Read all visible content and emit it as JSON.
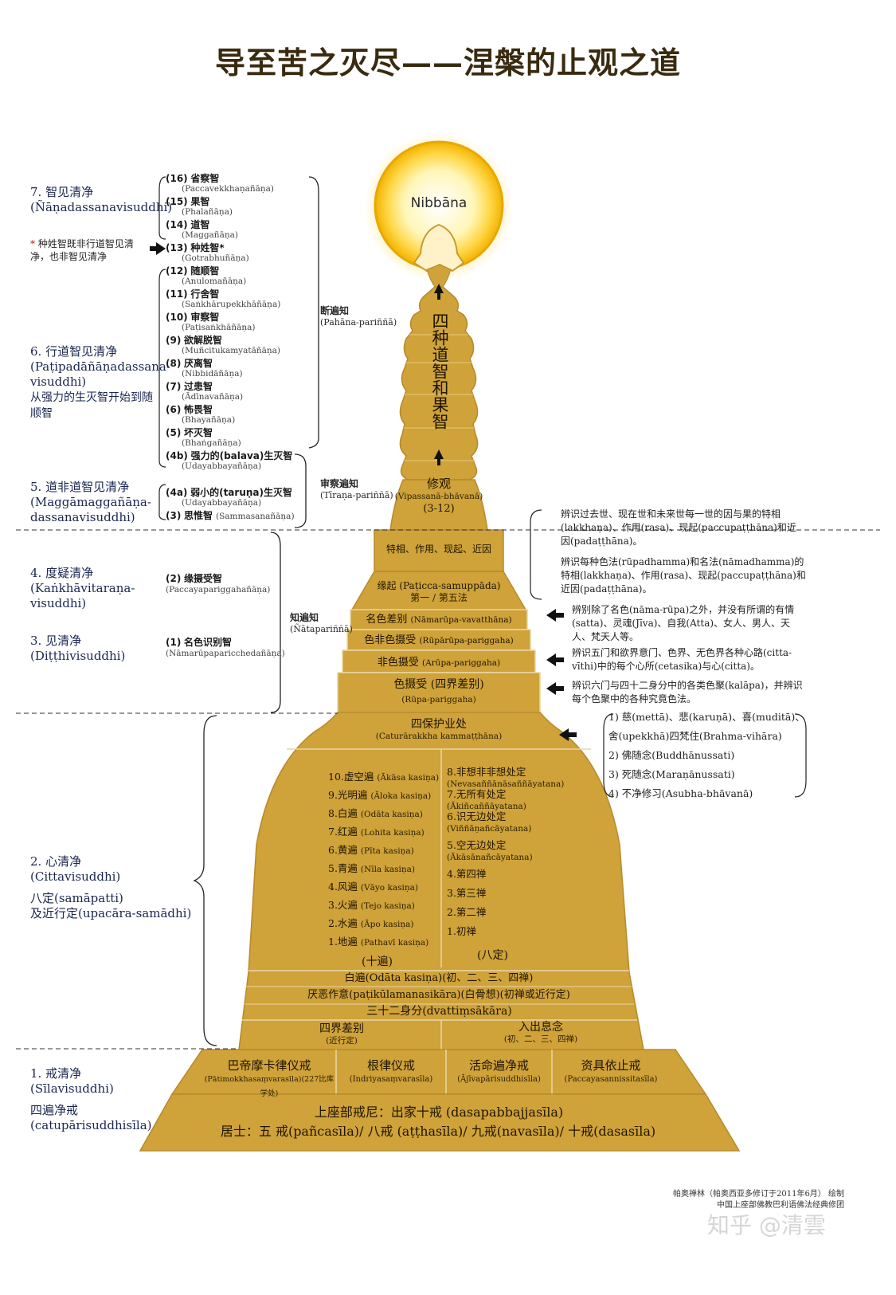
{
  "title": "导至苦之灭尽——涅槃的止观之道",
  "nibbana": "Nibbāna",
  "path_vertical": "四种道智和果智",
  "stages": [
    {
      "num": "7.",
      "zh": "智见清净",
      "pali": "(Ñāṇadassanavisuddhi)"
    },
    {
      "num": "6.",
      "zh": "行道智见清净",
      "pali": "(Paṭipadāñāṇadassana-visuddhi)",
      "note": "从强力的生灭智开始到随顺智"
    },
    {
      "num": "5.",
      "zh": "道非道智见清净",
      "pali": "(Maggāmaggañāṇa-dassanavisuddhi)"
    },
    {
      "num": "4.",
      "zh": "度疑清净",
      "pali": "(Kaṅkhāvitaraṇa-visuddhi)"
    },
    {
      "num": "3.",
      "zh": "见清净",
      "pali": "(Diṭṭhivisuddhi)"
    },
    {
      "num": "2.",
      "zh": "心清净",
      "pali": "(Cittavisuddhi)",
      "note1": "八定(samāpatti)",
      "note2": "及近行定(upacāra-samādhi)"
    },
    {
      "num": "1.",
      "zh": "戒清净",
      "pali": "(Sīlavisuddhi)",
      "note1": "四遍净戒",
      "note2": "(catupārisuddhisīla)"
    }
  ],
  "gotrabhu_note": {
    "star": "*",
    "text": "种姓智既非行道智见清净，也非智见清净"
  },
  "knowledges": [
    {
      "n": "(16)",
      "zh": "省察智",
      "p": "(Paccavekkhaṇañāṇa)"
    },
    {
      "n": "(15)",
      "zh": "果智",
      "p": "(Phalañāṇa)"
    },
    {
      "n": "(14)",
      "zh": "道智",
      "p": "(Maggañāṇa)"
    },
    {
      "n": "(13)",
      "zh": "种姓智",
      "star": "*",
      "p": "(Gotrabhuñāṇa)"
    },
    {
      "n": "(12)",
      "zh": "随顺智",
      "p": "(Anulomañāṇa)"
    },
    {
      "n": "(11)",
      "zh": "行舍智",
      "p": "(Saṅkhārupekkhāñāṇa)"
    },
    {
      "n": "(10)",
      "zh": "审察智",
      "p": "(Paṭisaṅkhāñāṇa)"
    },
    {
      "n": "(9)",
      "zh": "欲解脱智",
      "p": "(Muñcitukamyatāñāṇa)"
    },
    {
      "n": "(8)",
      "zh": "厌离智",
      "p": "(Nibbidāñāṇa)"
    },
    {
      "n": "(7)",
      "zh": "过患智",
      "p": "(Ādīnavañāṇa)"
    },
    {
      "n": "(6)",
      "zh": "怖畏智",
      "p": "(Bhayañāṇa)"
    },
    {
      "n": "(5)",
      "zh": "坏灭智",
      "p": "(Bhaṅgañāṇa)"
    },
    {
      "n": "(4b)",
      "zh": "强力的(balava)生灭智",
      "p": "(Udayabbayañāṇa)"
    },
    {
      "n": "(4a)",
      "zh": "弱小的(taruṇa)生灭智",
      "p": "(Udayabbayañāṇa)"
    },
    {
      "n": "(3)",
      "zh": "思惟智",
      "p": "(Sammasanañāṇa)"
    },
    {
      "n": "(2)",
      "zh": "缘摄受智",
      "p": "(Paccayapariggahañāṇa)"
    },
    {
      "n": "(1)",
      "zh": "名色识别智",
      "p": "(Nāmarūpaparicchedañāṇa)"
    }
  ],
  "pariññā": [
    {
      "zh": "断遍知",
      "p": "(Pahāna-pariññā)"
    },
    {
      "zh": "审察遍知",
      "p": "(Tīraṇa-pariññā)"
    },
    {
      "zh": "知遍知",
      "p": "(Ñātapariññā)"
    }
  ],
  "pagoda": {
    "vipassana": {
      "zh": "修观",
      "p": "(Vipassanā-bhāvanā)",
      "n": "(3-12)"
    },
    "marks": "特相、作用、现起、近因",
    "paticca": {
      "zh": "缘起 (Paṭicca-samuppāda)",
      "sub": "第一 / 第五法"
    },
    "namarupa": {
      "zh": "名色差别",
      "p": "(Nāmarūpa-vavatthāna)"
    },
    "rupa_arupa": {
      "zh": "色非色摄受",
      "p": "(Rūpārūpa-pariggaha)"
    },
    "arupa": {
      "zh": "非色摄受",
      "p": "(Arūpa-pariggaha)"
    },
    "rupa": {
      "zh": "色摄受 (四界差别)",
      "p": "(Rūpa-pariggaha)"
    },
    "four_protective": {
      "zh": "四保护业处",
      "p": "(Caturārakkha kammaṭṭhāna)"
    },
    "kasina_list": [
      {
        "zh": "10.虚空遍",
        "p": "(Ākāsa kasiṇa)"
      },
      {
        "zh": "9.光明遍",
        "p": "(Āloka kasiṇa)"
      },
      {
        "zh": "8.白遍",
        "p": "(Odāta kasiṇa)"
      },
      {
        "zh": "7.红遍",
        "p": "(Lohita kasiṇa)"
      },
      {
        "zh": "6.黄遍",
        "p": "(Pīta kasiṇa)"
      },
      {
        "zh": "5.青遍",
        "p": "(Nīla kasiṇa)"
      },
      {
        "zh": "4.风遍",
        "p": "(Vāyo kasiṇa)"
      },
      {
        "zh": "3.火遍",
        "p": "(Tejo kasiṇa)"
      },
      {
        "zh": "2.水遍",
        "p": "(Āpo kasiṇa)"
      },
      {
        "zh": "1.地遍",
        "p": "(Pathavī kasiṇa)"
      }
    ],
    "kasina_label": "(十遍)",
    "jhana_list": [
      {
        "zh": "8.非想非非想处定",
        "p": "(Nevasaññānāsaññāyatana)"
      },
      {
        "zh": "7.无所有处定",
        "p": "(Ākiñcaññāyatana)"
      },
      {
        "zh": "6.识无边处定",
        "p": "(Viññāṇañcāyatana)"
      },
      {
        "zh": "5.空无边处定",
        "p": "(Ākāsānañcāyatana)"
      },
      {
        "zh": "4.第四禅",
        "p": ""
      },
      {
        "zh": "3.第三禅",
        "p": ""
      },
      {
        "zh": "2.第二禅",
        "p": ""
      },
      {
        "zh": "1.初禅",
        "p": ""
      }
    ],
    "jhana_label": "(八定)",
    "white_kasina": "白遍(Odāta kasiṇa)(初、二、三、四禅)",
    "repulsive": "厌恶作意(paṭikūlamanasikāra)(白骨想)(初禅或近行定)",
    "thirty_two": "三十二身分(dvattiṃsākāra)",
    "four_elements": {
      "zh": "四界差别",
      "p": "(近行定)"
    },
    "anapana": {
      "zh": "入出息念",
      "p": "(初、二、三、四禅)"
    },
    "sila_top": [
      {
        "zh": "巴帝摩卡律仪戒",
        "p": "(Pātimokkhasaṃvarasīla)(227比库学处)"
      },
      {
        "zh": "根律仪戒",
        "p": "(Indriyasaṃvarasīla)"
      },
      {
        "zh": "活命遍净戒",
        "p": "(Ājīvapārisuddhisīla)"
      },
      {
        "zh": "资具依止戒",
        "p": "(Paccayasannissitasīla)"
      }
    ],
    "base1": "上座部戒尼：出家十戒 (dasapabbajjasīla)",
    "base2": "居士：五 戒(pañcasīla)/ 八戒 (aṭṭhasīla)/ 九戒(navasīla)/ 十戒(dasasīla)"
  },
  "right_notes": [
    "辨识过去世、现在世和未来世每一世的因与果的特相(lakkhaṇa)、作用(rasa)、现起(paccupaṭṭhāna)和近因(padaṭṭhāna)。",
    "辨识每种色法(rūpadhamma)和名法(nāmadhamma)的特相(lakkhaṇa)、作用(rasa)、现起(paccupaṭṭhāna)和近因(padaṭṭhāna)。",
    "辨别除了名色(nāma-rūpa)之外，并没有所谓的有情(satta)、灵魂(Jīva)、自我(Atta)、女人、男人、天人、梵天人等。",
    "辨识五门和欲界意门、色界、无色界各种心路(citta-vīthi)中的每个心所(cetasika)与心(citta)。",
    "辨识六门与四十二身分中的各类色聚(kalāpa)，并辨识每个色聚中的各种究竟色法。"
  ],
  "protective_list": [
    "1) 慈(mettā)、悲(karuṇā)、喜(muditā)、",
    "舍(upekkhā)四梵住(Brahma-vihāra)",
    "2) 佛随念(Buddhānussati)",
    "3) 死随念(Maraṇānussati)",
    "4) 不净修习(Asubha-bhāvanā)"
  ],
  "footer1": "帕奥禅林（帕奥西亚多修订于2011年6月） 绘制",
  "footer2": "中国上座部佛教巴利语佛法经典修团",
  "watermark": "知乎 @清雲",
  "colors": {
    "gold": "#cfa23a",
    "gold_dark": "#b8892a",
    "line": "#e9d7a4"
  }
}
